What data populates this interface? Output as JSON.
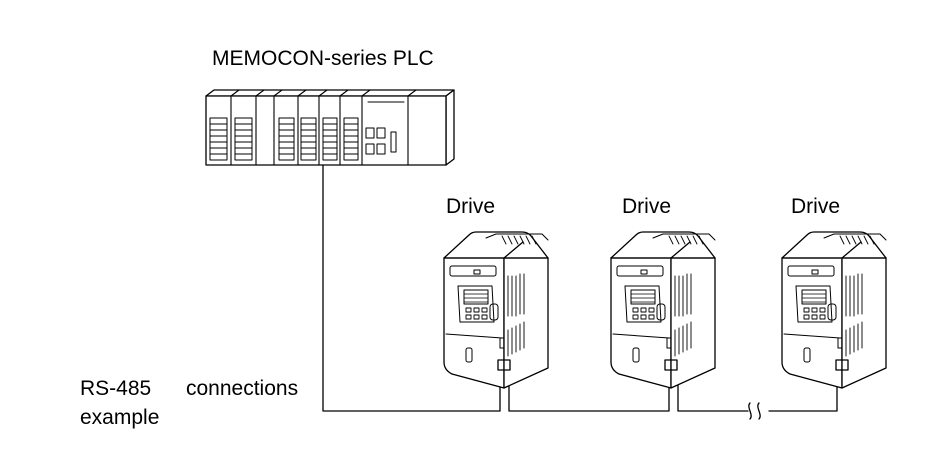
{
  "plc": {
    "label": "MEMOCON-series PLC"
  },
  "drives": [
    {
      "label": "Drive"
    },
    {
      "label": "Drive"
    },
    {
      "label": "Drive"
    }
  ],
  "note": {
    "line1_left": "RS-485",
    "line1_right": "connections",
    "line2": "example"
  },
  "colors": {
    "stroke": "#000000",
    "fill": "#ffffff"
  }
}
